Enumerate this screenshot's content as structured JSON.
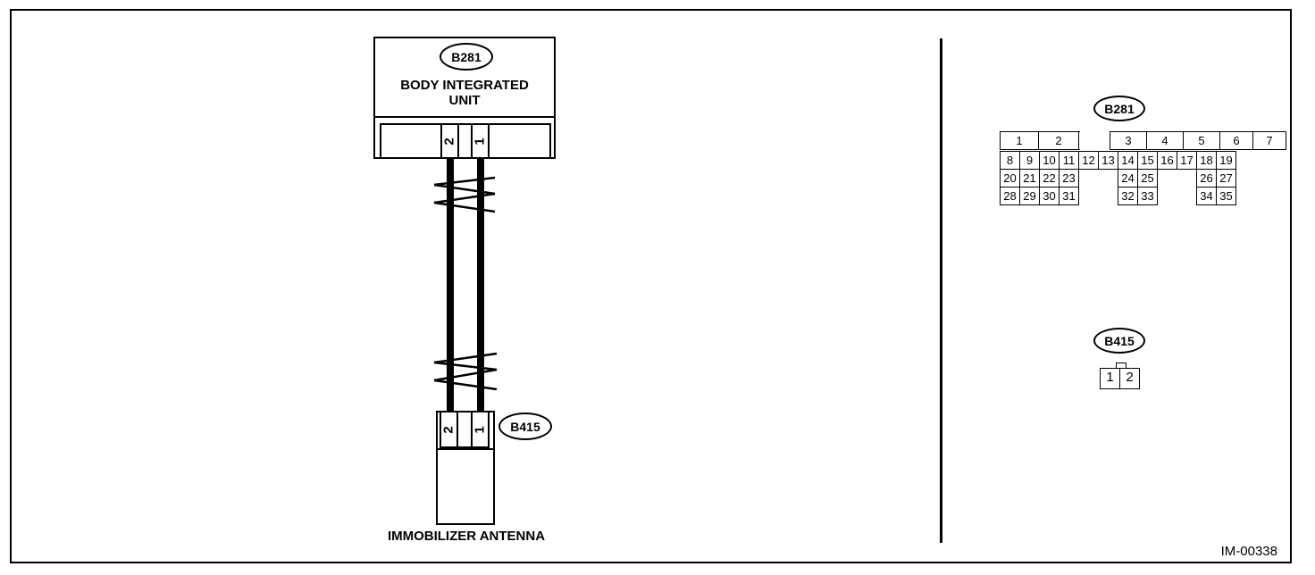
{
  "diagram": {
    "b281": {
      "connector_id": "B281",
      "name_line1": "BODY INTEGRATED",
      "name_line2": "UNIT",
      "pins": [
        "2",
        "1"
      ]
    },
    "b415": {
      "connector_id": "B415",
      "name": "IMMOBILIZER ANTENNA",
      "pins": [
        "2",
        "1"
      ]
    },
    "connector_views": {
      "b281_label": "B281",
      "b281_rows": [
        [
          "1",
          "2",
          "",
          "3",
          "4",
          "5",
          "6",
          "7"
        ],
        [
          "8",
          "9",
          "10",
          "11",
          "12",
          "13",
          "14",
          "15",
          "16",
          "17",
          "18",
          "19"
        ],
        [
          "20",
          "21",
          "22",
          "23",
          "24",
          "25",
          "26",
          "27"
        ],
        [
          "28",
          "29",
          "30",
          "31",
          "32",
          "33",
          "34",
          "35"
        ]
      ],
      "b415_label": "B415",
      "b415_pins": [
        "1",
        "2"
      ]
    },
    "figure_code": "IM-00338"
  }
}
